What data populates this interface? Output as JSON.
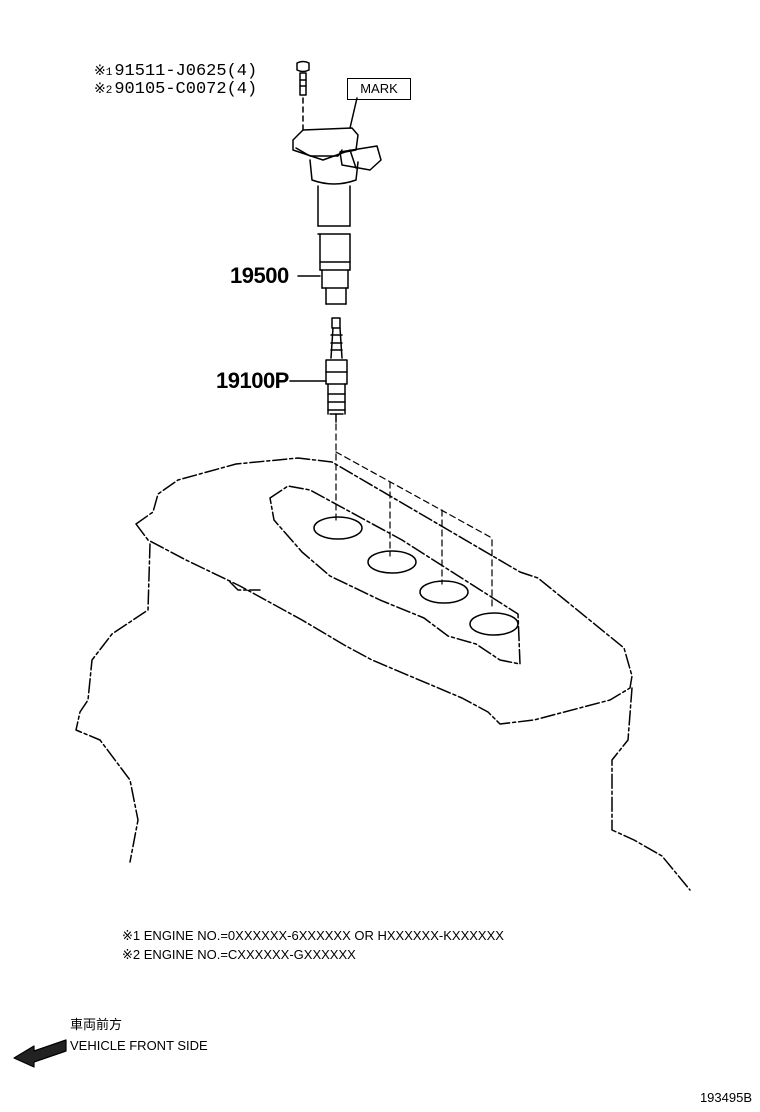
{
  "hardware": [
    {
      "marker": "※",
      "index": "1",
      "part_no": "91511-J0625",
      "qty": "(4)"
    },
    {
      "marker": "※",
      "index": "2",
      "part_no": "90105-C0072",
      "qty": "(4)"
    }
  ],
  "mark_box": "MARK",
  "parts": {
    "ignition_coil": "19500",
    "spark_plug": "19100P"
  },
  "notes": [
    {
      "marker": "※",
      "index": "1",
      "text": "ENGINE NO.=0XXXXXX-6XXXXXX OR HXXXXXX-KXXXXXX"
    },
    {
      "marker": "※",
      "index": "2",
      "text": "ENGINE NO.=CXXXXXX-GXXXXXX"
    }
  ],
  "direction": {
    "japanese": "車両前方",
    "english": "VEHICLE FRONT SIDE"
  },
  "illustration_code": "193495B"
}
